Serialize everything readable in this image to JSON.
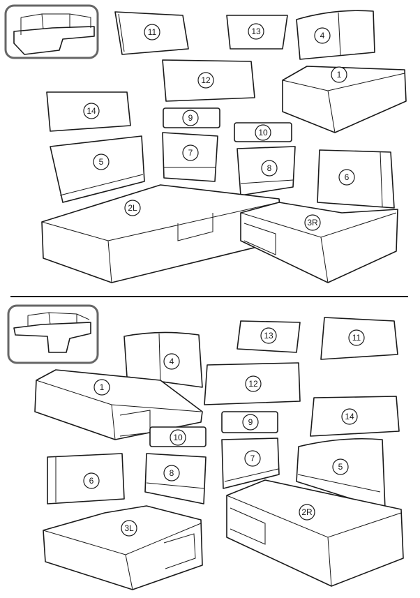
{
  "top_section": {
    "labels": {
      "p11": "11",
      "p13": "13",
      "p4": "4",
      "p12": "12",
      "p1": "1",
      "p14": "14",
      "p9": "9",
      "p10": "10",
      "p5": "5",
      "p7": "7",
      "p8": "8",
      "p6": "6",
      "p2L": "2L",
      "p3R": "3R"
    }
  },
  "bottom_section": {
    "labels": {
      "p13": "13",
      "p11": "11",
      "p4": "4",
      "p12": "12",
      "p1": "1",
      "p14": "14",
      "p9": "9",
      "p10": "10",
      "p7": "7",
      "p5": "5",
      "p6": "6",
      "p8": "8",
      "p3L": "3L",
      "p2R": "2R"
    }
  }
}
